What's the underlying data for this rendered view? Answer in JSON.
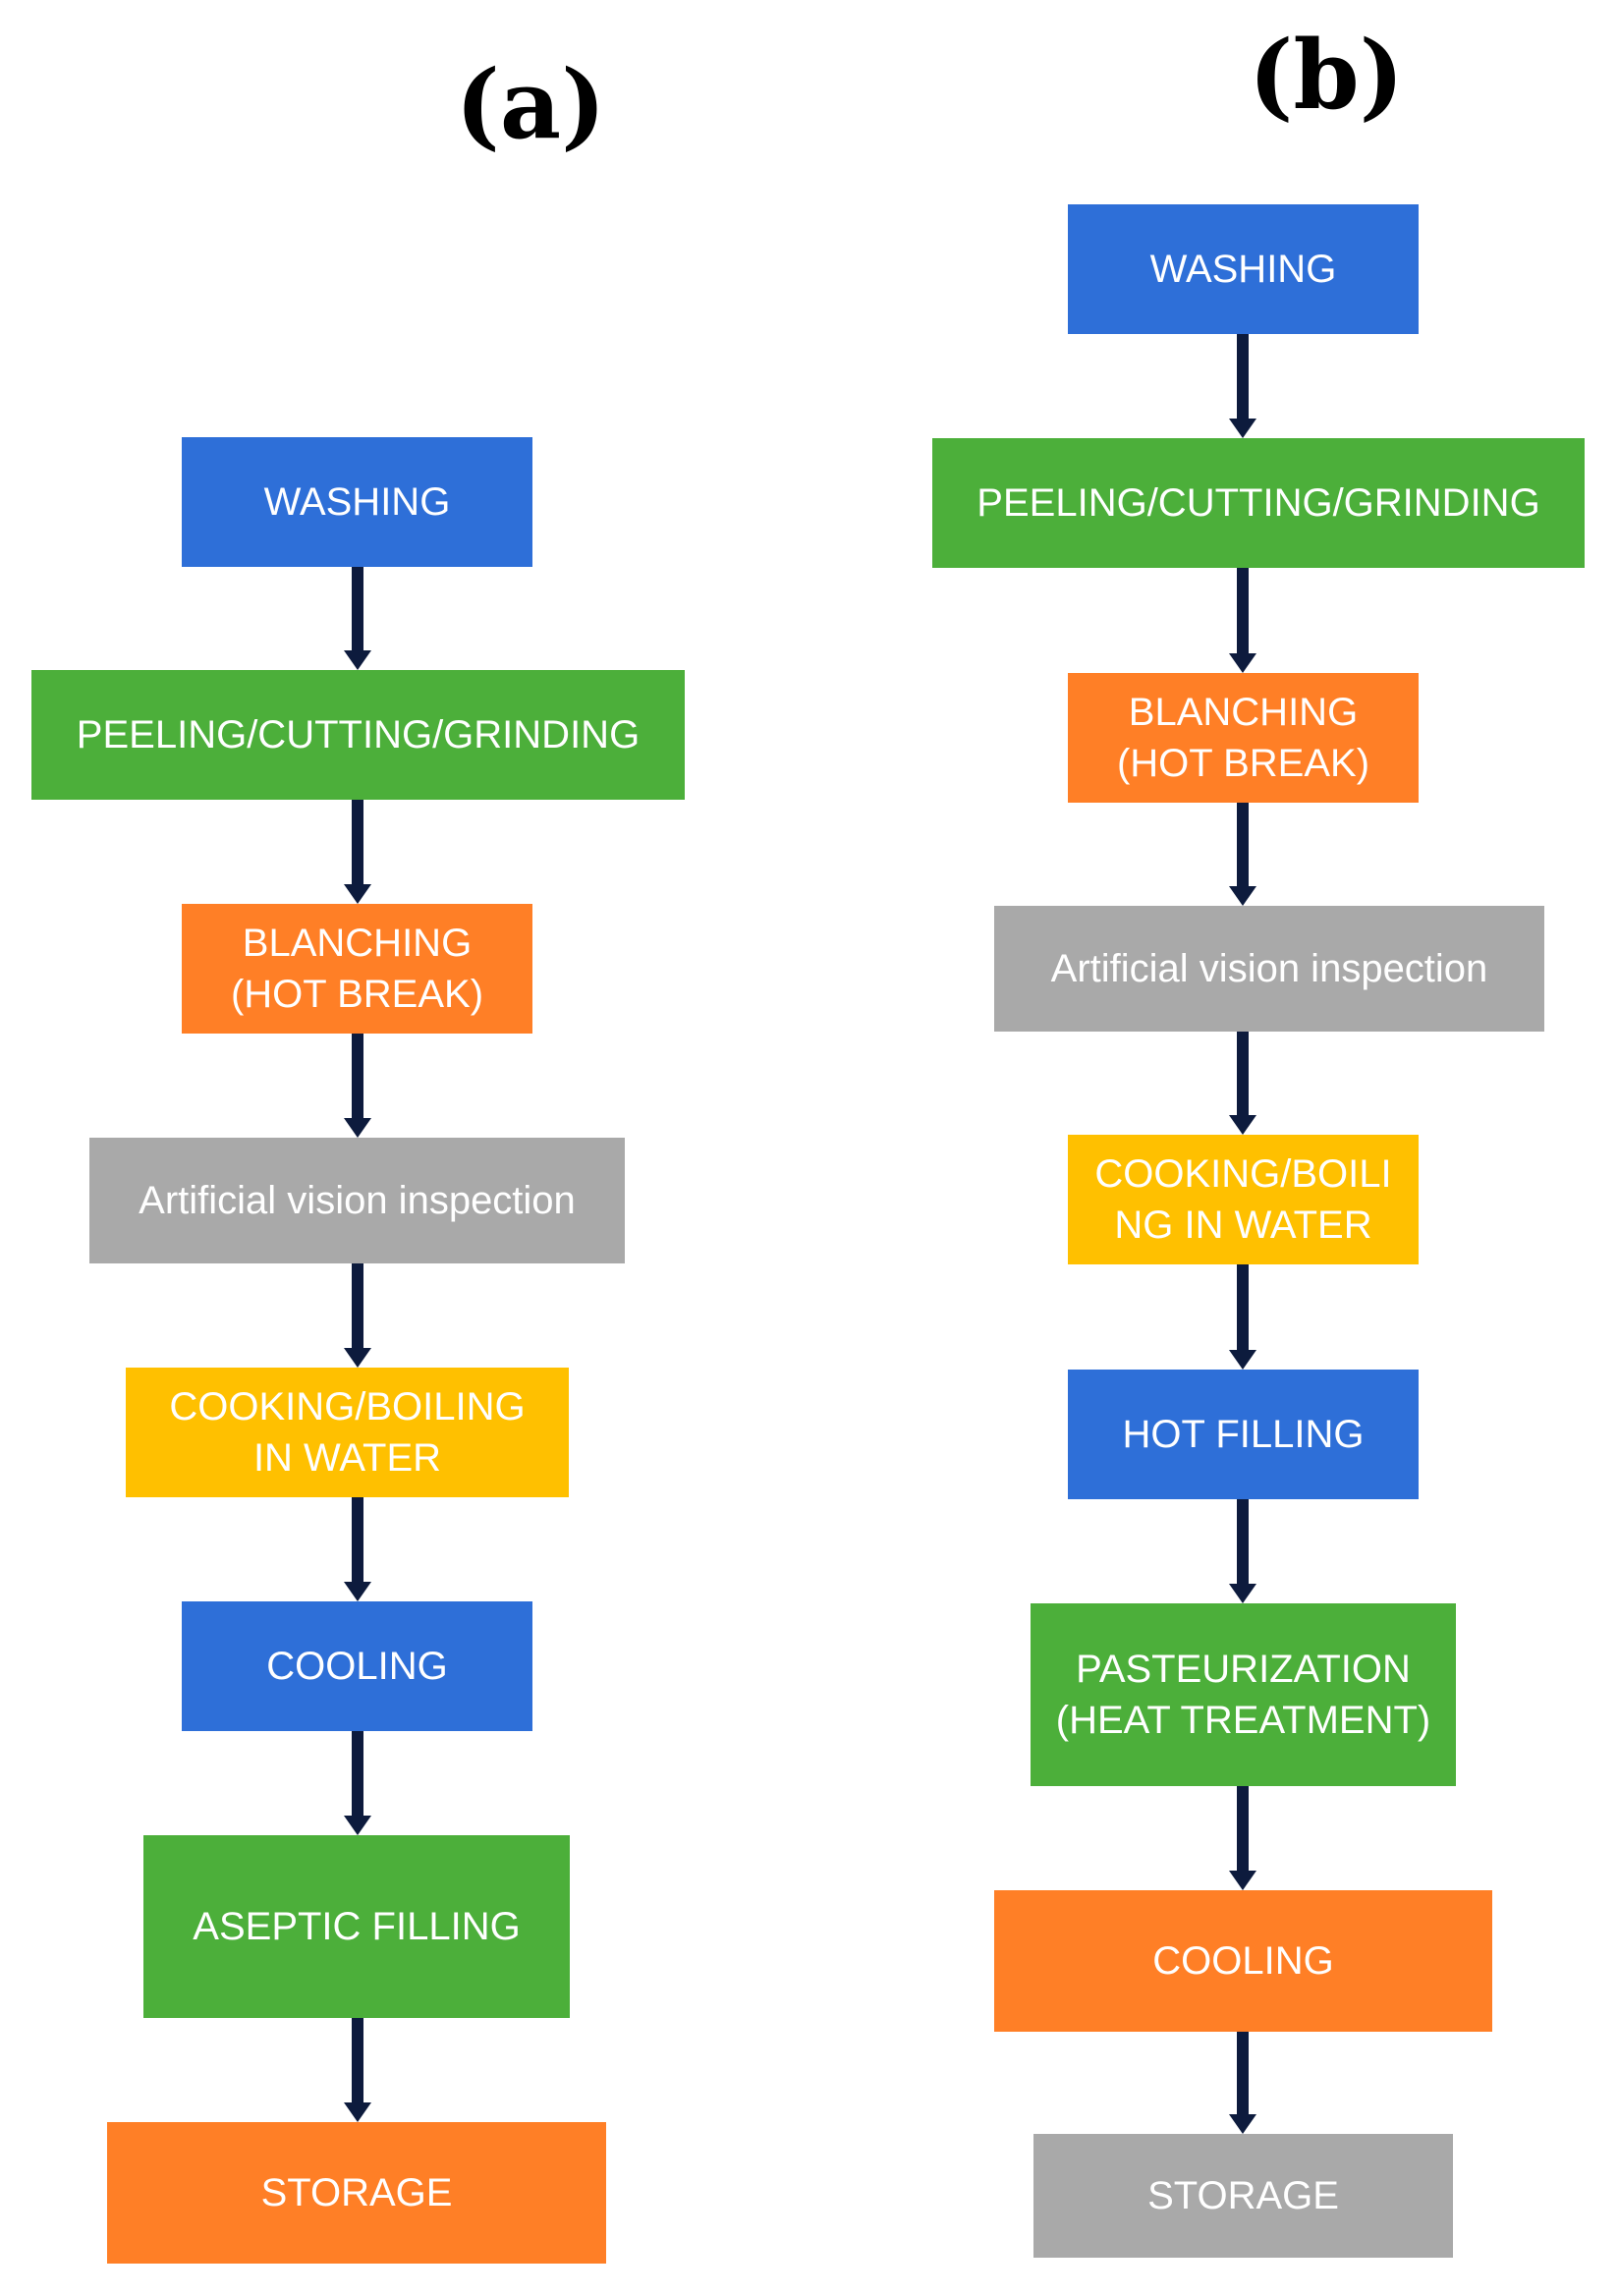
{
  "panels": [
    {
      "label": "(a)",
      "steps": [
        {
          "text": "WASHING",
          "color": "blue"
        },
        {
          "text": "PEELING/CUTTING/GRINDING",
          "color": "green"
        },
        {
          "text": "BLANCHING\n(HOT BREAK)",
          "color": "orange"
        },
        {
          "text": "Artificial vision inspection",
          "color": "gray"
        },
        {
          "text": "COOKING/BOILING\nIN WATER",
          "color": "yellow"
        },
        {
          "text": "COOLING",
          "color": "blue"
        },
        {
          "text": "ASEPTIC FILLING",
          "color": "green"
        },
        {
          "text": "STORAGE",
          "color": "orange"
        }
      ]
    },
    {
      "label": "(b)",
      "steps": [
        {
          "text": "WASHING",
          "color": "blue"
        },
        {
          "text": "PEELING/CUTTING/GRINDING",
          "color": "green"
        },
        {
          "text": "BLANCHING\n(HOT BREAK)",
          "color": "orange"
        },
        {
          "text": "Artificial vision inspection",
          "color": "gray"
        },
        {
          "text": "COOKING/BOILI\nNG IN WATER",
          "color": "yellow"
        },
        {
          "text": "HOT FILLING",
          "color": "blue"
        },
        {
          "text": "PASTEURIZATION\n(HEAT TREATMENT)",
          "color": "green"
        },
        {
          "text": "COOLING",
          "color": "orange"
        },
        {
          "text": "STORAGE",
          "color": "gray"
        }
      ]
    }
  ],
  "colors": {
    "blue": "#2e6fd8",
    "green": "#4caf3a",
    "orange": "#ff7f26",
    "gray": "#a9a9a9",
    "yellow": "#ffc000",
    "arrow": "#0d1b3d"
  }
}
